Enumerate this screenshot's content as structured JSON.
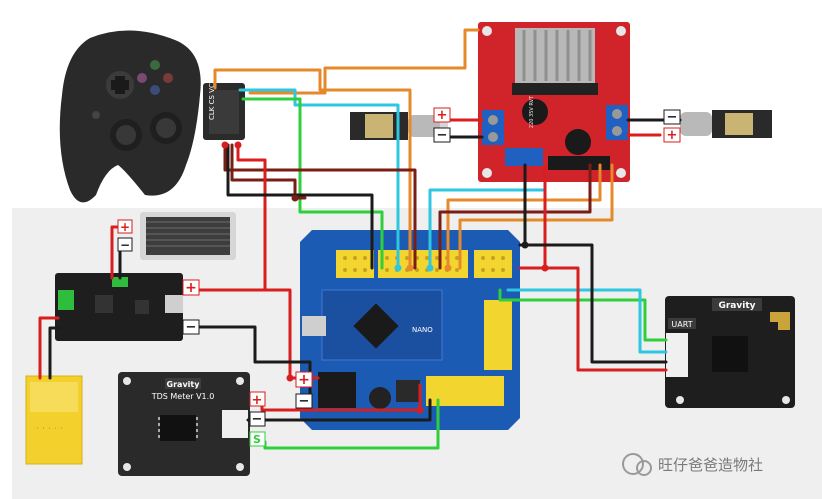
{
  "labels": {
    "gravity_brand": "Gravity",
    "uart": "UART",
    "tds_brand": "Gravity",
    "tds_title": "TDS Meter V1.0",
    "nano": "NANO",
    "reg_text": "220 35V RVT",
    "plus": "+",
    "minus": "−",
    "signal": "S",
    "gamepad_pins": "CLK CS VCC GND DAT CMD",
    "watermark": "旺仔爸爸造物社"
  },
  "colors": {
    "wire_red": "#d81e1e",
    "wire_black": "#1b1b1b",
    "wire_cyan": "#2fc6e0",
    "wire_green": "#2fcf3c",
    "wire_orange": "#e5892a",
    "wire_darkred": "#7a1d14",
    "board_blue": "#1c5bb3",
    "module_red": "#d0232a",
    "header_yellow": "#f3d530"
  }
}
